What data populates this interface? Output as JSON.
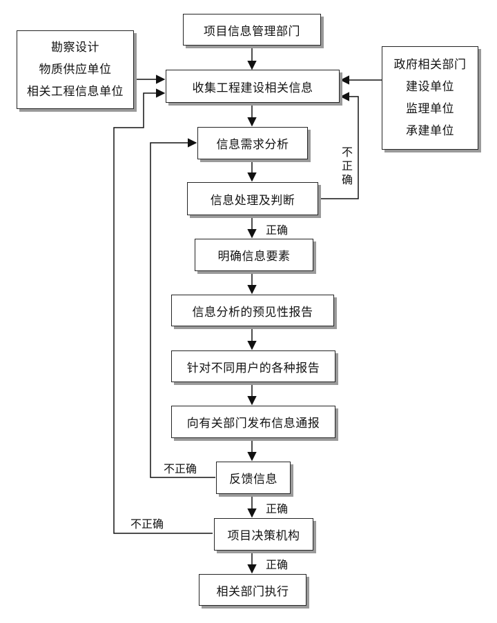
{
  "boxes": {
    "dept": "项目信息管理部门",
    "collect": "收集工程建设相关信息",
    "demand": "信息需求分析",
    "process": "信息处理及判断",
    "elements": "明确信息要素",
    "forecast": "信息分析的预见性报告",
    "reports": "针对不同用户的各种报告",
    "publish": "向有关部门发布信息通报",
    "feedback": "反馈信息",
    "decision": "项目决策机构",
    "execute": "相关部门执行"
  },
  "left_sources": [
    "勘察设计",
    "物质供应单位",
    "相关工程信息单位"
  ],
  "right_sources": [
    "政府相关部门",
    "建设单位",
    "监理单位",
    "承建单位"
  ],
  "labels": {
    "correct": "正确",
    "incorrect": "不正确",
    "incorrect_vertical": [
      "不",
      "正",
      "确"
    ]
  }
}
